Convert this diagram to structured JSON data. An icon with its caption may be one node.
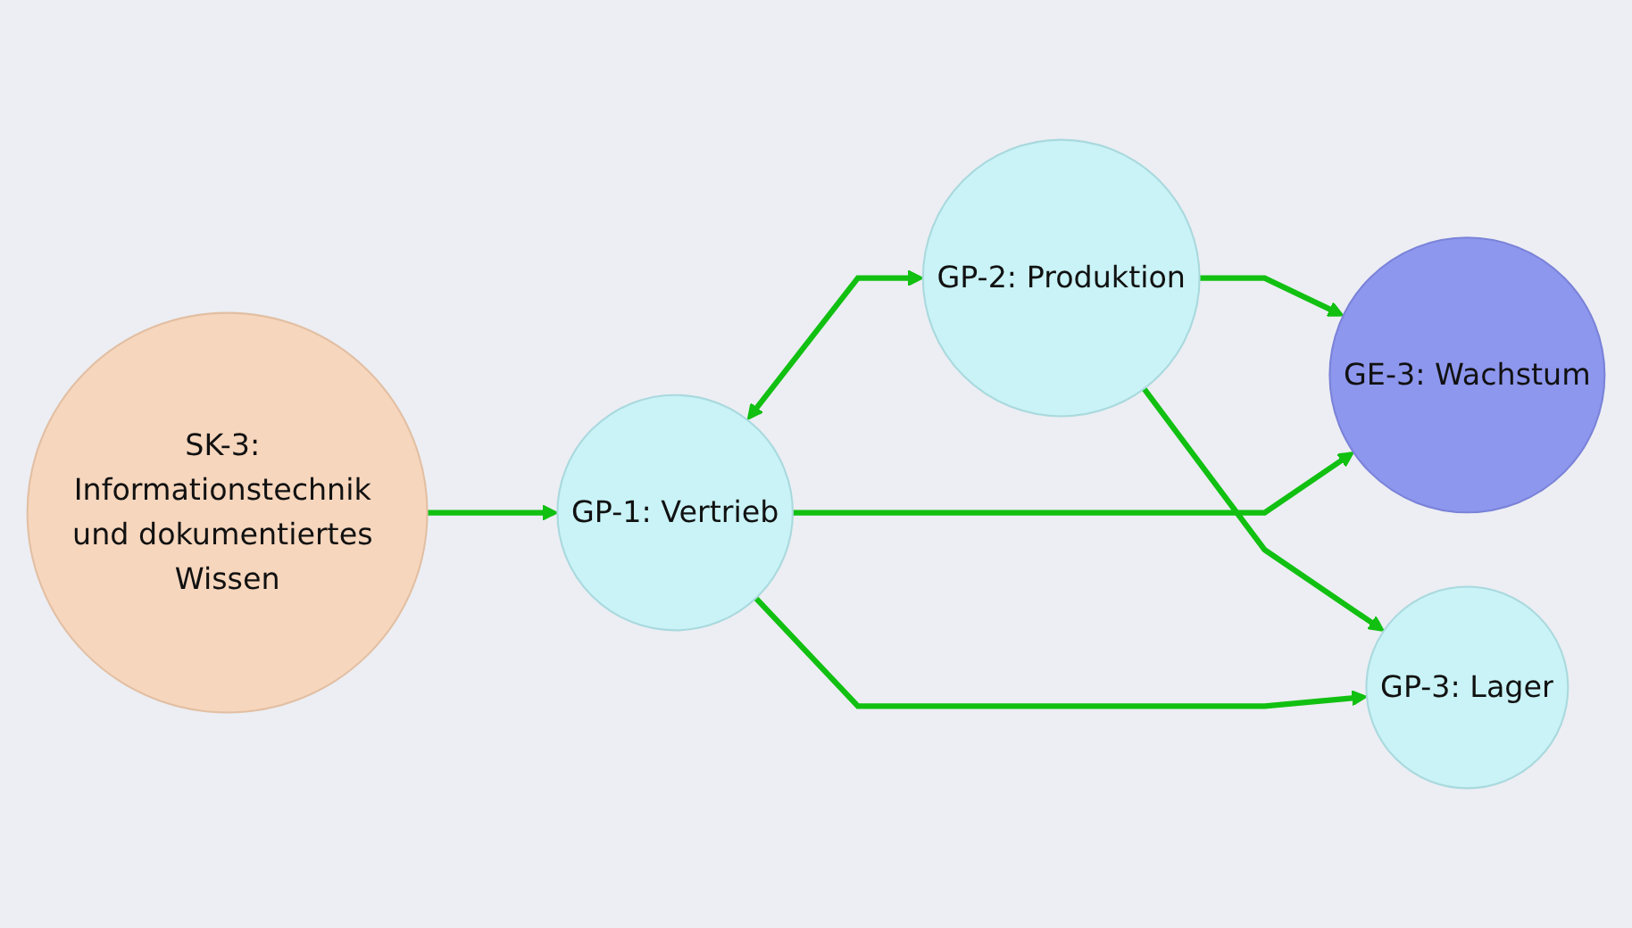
{
  "diagram": {
    "nodes": [
      {
        "text": [
          "GP-2: Produktion"
        ]
      },
      {
        "text": [
          "SK-3: Informationstechnik und dokumentiertes Wissen"
        ]
      },
      {
        "text": [
          "GP-1: Vertrieb"
        ]
      },
      {
        "text": [
          "GE-3: Wachstum"
        ]
      },
      {
        "text": [
          "GP-3: Lager"
        ]
      }
    ],
    "edges": [
      {
        "from": 1,
        "to": 2,
        "arrow": "to"
      },
      {
        "from": 2,
        "to": 0,
        "arrow": "both"
      },
      {
        "from": 0,
        "to": 3,
        "arrow": "to"
      },
      {
        "from": 0,
        "to": 4,
        "arrow": "to"
      },
      {
        "from": 2,
        "to": 3,
        "arrow": "to"
      },
      {
        "from": 2,
        "to": 4,
        "arrow": "to"
      }
    ]
  }
}
